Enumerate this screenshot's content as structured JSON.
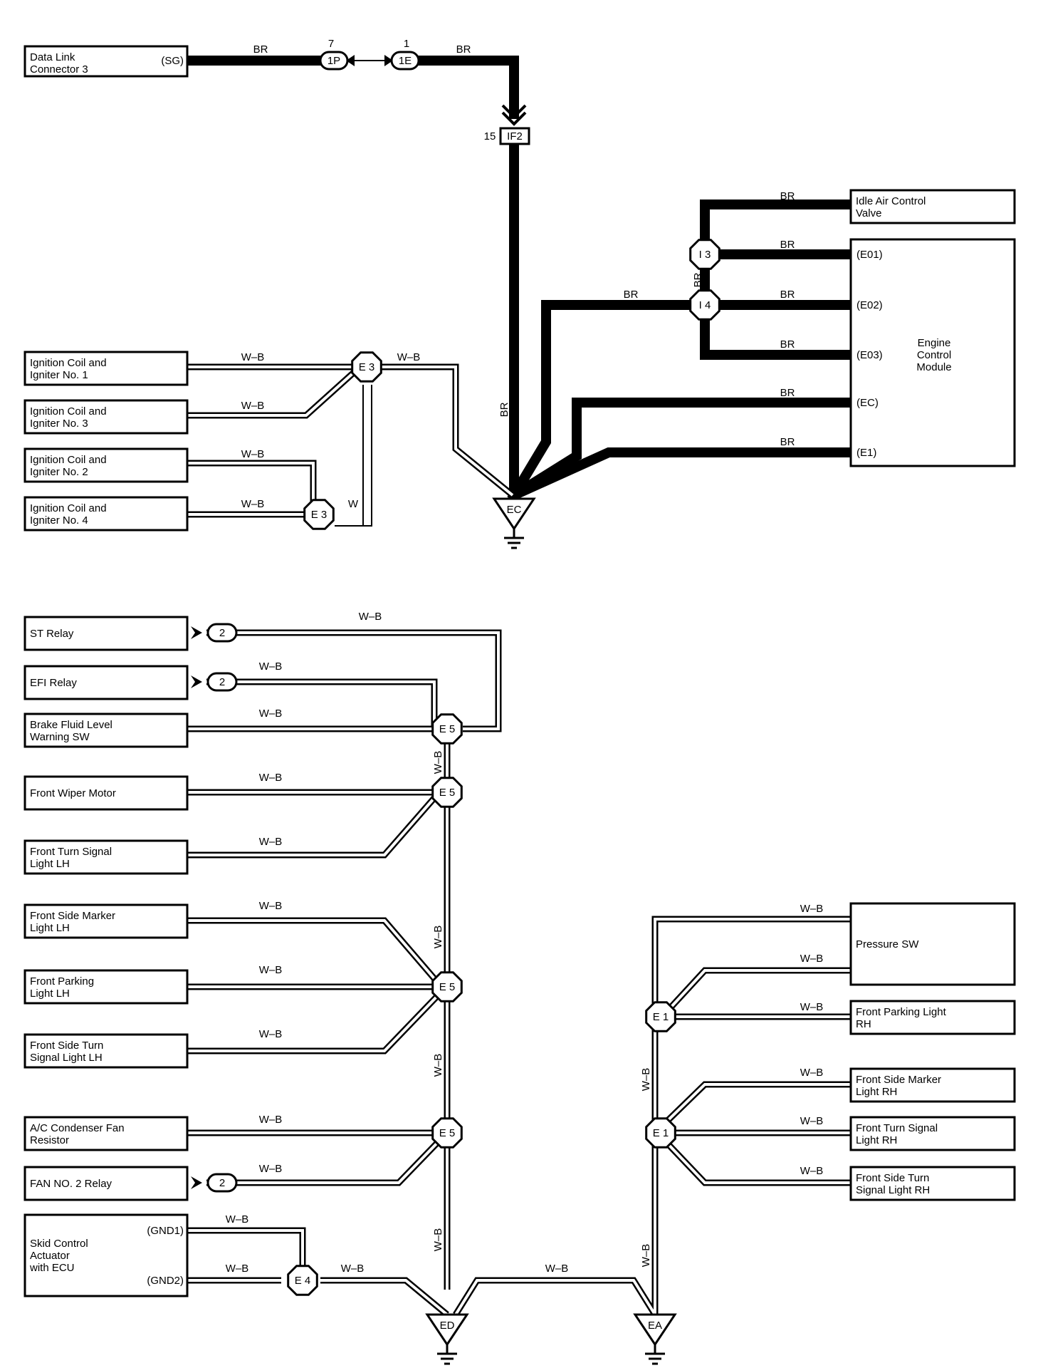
{
  "components": {
    "dlc3": [
      "Data Link",
      "Connector 3"
    ],
    "dlc3_pin": "(SG)",
    "iac": [
      "Idle Air Control",
      "Valve"
    ],
    "ecm": [
      "Engine",
      "Control",
      "Module"
    ],
    "ecm_pins": [
      "(E01)",
      "(E02)",
      "(E03)",
      "(EC)",
      "(E1)"
    ],
    "ign1": [
      "Ignition Coil and",
      "Igniter No. 1"
    ],
    "ign3": [
      "Ignition Coil and",
      "Igniter No. 3"
    ],
    "ign2": [
      "Ignition Coil and",
      "Igniter No. 2"
    ],
    "ign4": [
      "Ignition Coil and",
      "Igniter No. 4"
    ],
    "st_relay": [
      "ST Relay"
    ],
    "efi_relay": [
      "EFI Relay"
    ],
    "brake_fluid": [
      "Brake Fluid Level",
      "Warning SW"
    ],
    "front_wiper": [
      "Front Wiper Motor"
    ],
    "turn_lh": [
      "Front Turn Signal",
      "Light LH"
    ],
    "marker_lh": [
      "Front Side Marker",
      "Light LH"
    ],
    "parking_lh": [
      "Front Parking",
      "Light LH"
    ],
    "side_turn_lh": [
      "Front Side Turn",
      "Signal Light LH"
    ],
    "ac_fan": [
      "A/C Condenser Fan",
      "Resistor"
    ],
    "fan2_relay": [
      "FAN NO. 2 Relay"
    ],
    "skid": [
      "Skid Control",
      "Actuator",
      "with ECU"
    ],
    "skid_pins": [
      "(GND1)",
      "(GND2)"
    ],
    "pressure_sw": [
      "Pressure SW"
    ],
    "parking_rh": [
      "Front Parking Light",
      "RH"
    ],
    "marker_rh": [
      "Front Side Marker",
      "Light RH"
    ],
    "turn_rh": [
      "Front Turn Signal",
      "Light RH"
    ],
    "side_turn_rh": [
      "Front Side Turn",
      "Signal Light RH"
    ]
  },
  "connectors": {
    "c1p": "1P",
    "c1p_pin": "7",
    "c1e": "1E",
    "c1e_pin": "1",
    "if2": "IF2",
    "if2_pin": "15",
    "relay_pin": "2"
  },
  "splices": {
    "i3": "I 3",
    "i4": "I 4",
    "e3": "E 3",
    "e5": "E 5",
    "e4": "E 4",
    "e1": "E 1"
  },
  "grounds": {
    "ec": "EC",
    "ed": "ED",
    "ea": "EA"
  },
  "wire_colors": {
    "br": "BR",
    "wb": "W–B",
    "w": "W"
  }
}
